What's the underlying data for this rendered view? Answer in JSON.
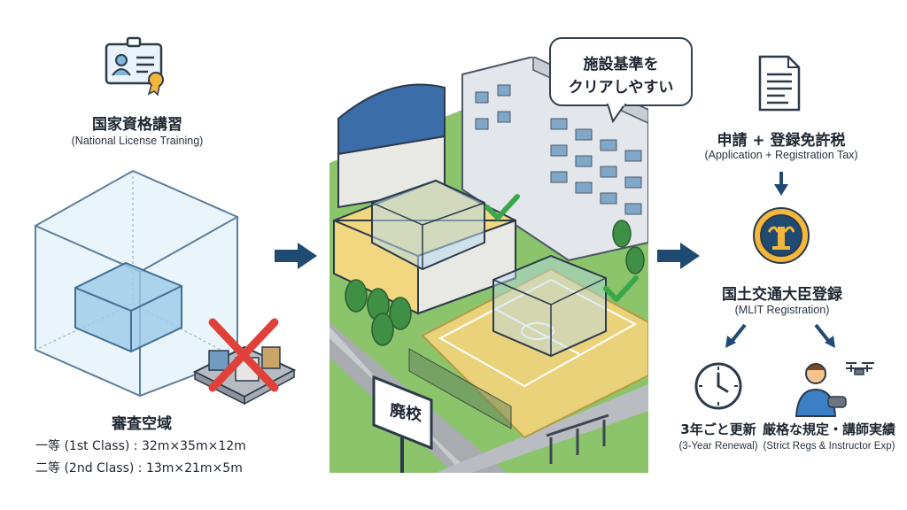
{
  "left": {
    "training_title": "国家資格講習",
    "training_subtitle": "(National License Training)",
    "airspace_title": "審査空域",
    "class1": "一等 (1st Class) : 32m×35m×12m",
    "class2": "二等 (2nd Class) : 13m×21m×5m",
    "icons": [
      "license-card-icon",
      "airspace-box-icon",
      "cross-mark-icon"
    ]
  },
  "center": {
    "bubble_line1": "施設基準を",
    "bubble_line2": "クリアしやすい",
    "sign_label": "廃校",
    "icons": [
      "school-building",
      "gymnasium",
      "soccer-field",
      "check-icon"
    ]
  },
  "right": {
    "application_title": "申請 + 登録免許税",
    "application_subtitle": "(Application + Registration Tax)",
    "mlit_title": "国土交通大臣登録",
    "mlit_subtitle": "(MLIT Registration)",
    "renewal_title": "3年ごと更新",
    "renewal_subtitle": "(3-Year Renewal)",
    "regs_title": "厳格な規定・講師実績",
    "regs_subtitle": "(Strict Regs & Instructor Exp)",
    "icons": [
      "document-icon",
      "seal-emblem-icon",
      "clock-icon",
      "drone-pilot-icon"
    ]
  },
  "colors": {
    "arrow": "#1f4a72",
    "glass": "#9ccbe8",
    "check": "#3aa84a",
    "cross": "#e0403a",
    "grass": "#8cc46c"
  }
}
